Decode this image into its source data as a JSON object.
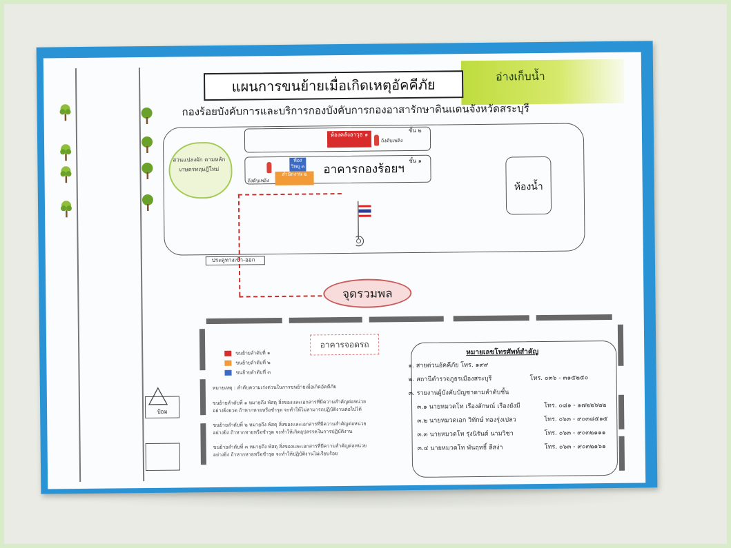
{
  "title": "แผนการขนย้ายเมื่อเกิดเหตุอัคคีภัย",
  "reservoir_label": "อ่างเก็บน้ำ",
  "subtitle": "กองร้อยบังคับการและบริการกองบังคับการกองอาสารักษาดินแดนจังหวัดสระบุรี",
  "buildings": {
    "floor2_label": "ชั้น ๒",
    "floor1_label": "ชั้น ๑",
    "storage_room": "ห้องคลังอาวุธ ๑",
    "radio_room": "ห้องวิทยุ ๓",
    "office_room": "สำนักงาน ๒",
    "extinguisher_label_1": "ถังดับเพลิง",
    "extinguisher_label_2": "ถังดับเพลิง",
    "main_building": "อาคารกองร้อยฯ"
  },
  "garden_label": "สวนแปลงผัก ตามหลัก เกษตรทฤษฎีใหม่",
  "toilet_label": "ห้องน้ำ",
  "gate_label": "ประตูทางเข้า-ออก",
  "assembly_label": "จุดรวมพล",
  "parking_label": "อาคารจอดรถ",
  "guard_post_label": "ป้อม",
  "legend": [
    {
      "label": "ขนย้ายลำดับที่ ๑",
      "color": "#d82c2c"
    },
    {
      "label": "ขนย้ายลำดับที่ ๒",
      "color": "#f29a38"
    },
    {
      "label": "ขนย้ายลำดับที่ ๓",
      "color": "#3c6bc6"
    }
  ],
  "notes": {
    "remark": "หมายเหตุ : ลำดับความเร่งด่วนในการขนย้ายเมื่อเกิดอัคคีภัย",
    "item1_line1": "ขนย้ายลำดับที่ ๑ หมายถึง พัสดุ สิ่งของและเอกสารที่มีความสำคัญต่อหน่วย",
    "item1_line2": "อย่างยิ่งยวด ถ้าหากหายหรือชำรุด จะทำให้ไม่สามารถปฏิบัติงานต่อไปได้",
    "item2_line1": "ขนย้ายลำดับที่ ๒ หมายถึง พัสดุ สิ่งของและเอกสารที่มีความสำคัญต่อหน่วย",
    "item2_line2": "อย่างยิ่ง ถ้าหากหายหรือชำรุด จะทำให้เกิดอุปสรรคในการปฏิบัติงาน",
    "item3_line1": "ขนย้ายลำดับที่ ๓ หมายถึง พัสดุ สิ่งของและเอกสารที่มีความสำคัญต่อหน่วย",
    "item3_line2": "อย่างยิ่ง ถ้าหากหายหรือชำรุด จะทำให้ปฏิบัติงานไม่เรียบร้อย"
  },
  "phones": {
    "title": "หมายเลขโทรศัพท์สำคัญ",
    "l1": "๑. สายด่วนอัคคีภัย โทร. ๑๙๙",
    "l2_left": "๒. สถานีตำรวจภูธรเมืองสระบุรี",
    "l2_right": "โทร. ๐๓๖ - ๓๑๕๒๕๐",
    "l3": "๓. รายงานผู้บังคับบัญชาตามลำดับชั้น",
    "l31_left": "๓.๑ นายหมวดโท เรืองลักษณ์ เรืองยังมี",
    "l31_right": "โทร. ๐๘๑ - ๑๗๒๒๖๒๒",
    "l32_left": "๓.๒ นายหมวดเอก วิทักษ์ ทองรุ่งเปลว",
    "l32_right": "โทร. ๐๖๓ - ๙๐๓๘๕๑๕",
    "l33_left": "๓.๓ นายหมวดโท รุ่งนิรันต์ นามวิชา",
    "l33_right": "โทร. ๐๖๓ - ๙๐๓๒๑๑๑",
    "l34_left": "๓.๔ นายหมวดโท พันฤทธิ์ ลีสง่า",
    "l34_right": "โทร. ๐๖๓ - ๙๐๓๒๑๖๑"
  }
}
